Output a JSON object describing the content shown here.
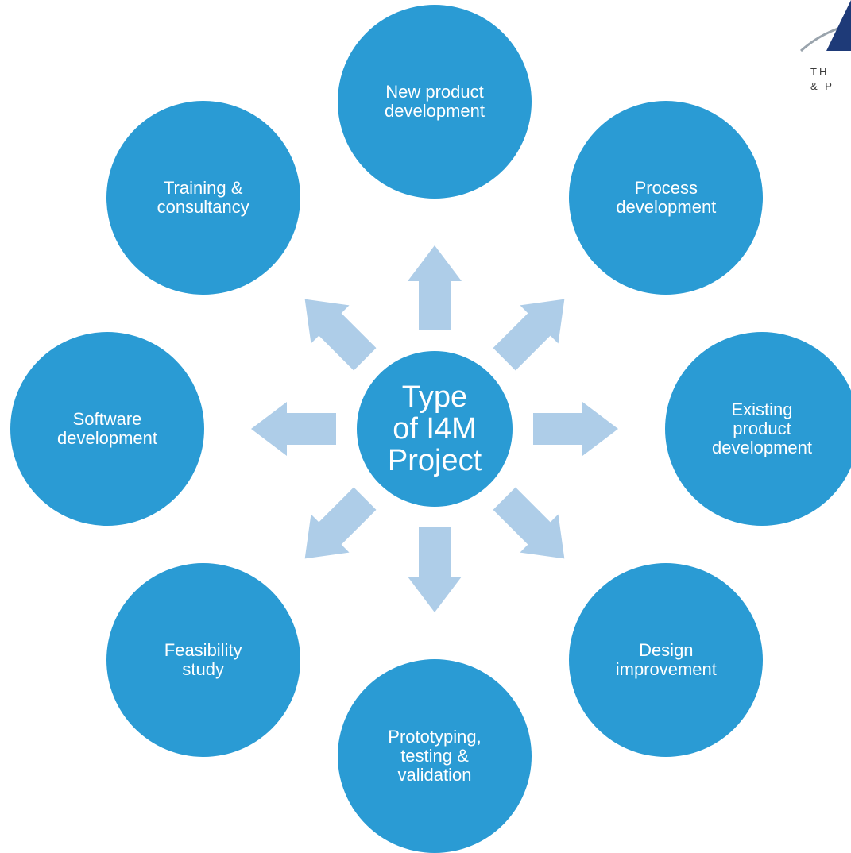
{
  "center": {
    "label": "Type\nof I4M\nProject"
  },
  "nodes": [
    {
      "id": "new-product-development",
      "label": "New product\ndevelopment"
    },
    {
      "id": "process-development",
      "label": "Process\ndevelopment"
    },
    {
      "id": "existing-product-development",
      "label": "Existing\nproduct\ndevelopment"
    },
    {
      "id": "design-improvement",
      "label": "Design\nimprovement"
    },
    {
      "id": "prototyping-testing-validation",
      "label": "Prototyping,\ntesting &\nvalidation"
    },
    {
      "id": "feasibility-study",
      "label": "Feasibility\nstudy"
    },
    {
      "id": "software-development",
      "label": "Software\ndevelopment"
    },
    {
      "id": "training-consultancy",
      "label": "Training &\nconsultancy"
    }
  ],
  "logo": {
    "line1": "TH",
    "line2": "& P"
  },
  "colors": {
    "circle": "#2a9bd4",
    "arrow": "#aecde8",
    "logo_dark": "#1e3a78",
    "logo_swoosh": "#9aa4ad"
  }
}
